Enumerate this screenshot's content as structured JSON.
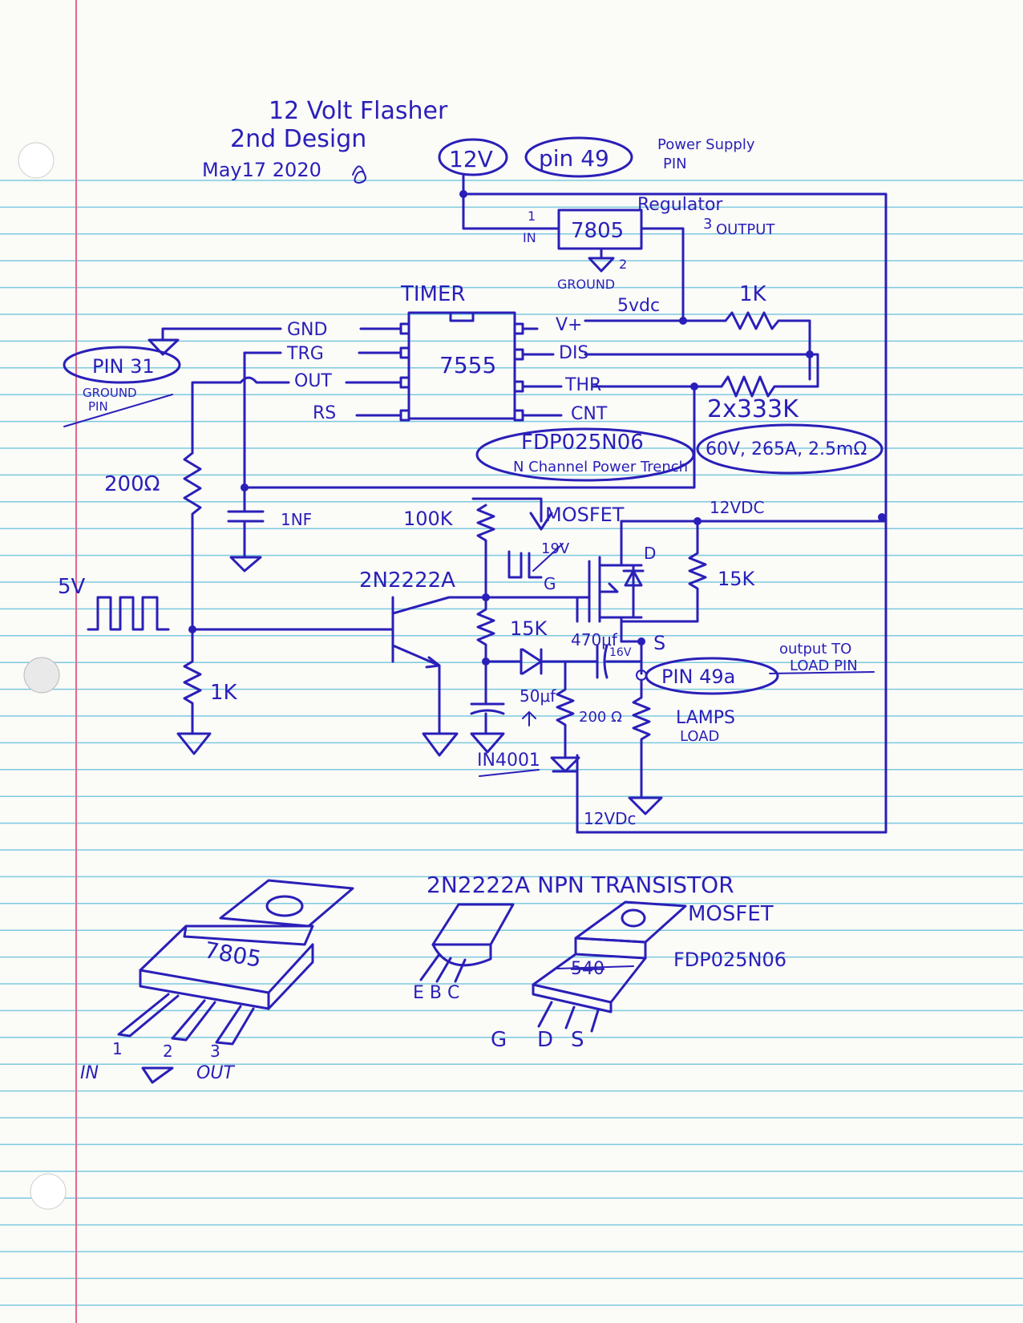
{
  "title": {
    "line1": "12 Volt Flasher",
    "line2": "2nd Design",
    "date": "May17 2020"
  },
  "supply": {
    "voltage_label": "12V",
    "pin_label": "pin 49",
    "pin_note_line1": "Power Supply",
    "pin_note_line2": "PIN"
  },
  "regulator": {
    "chip": "7805",
    "label": "Regulator",
    "in_pin_number": "1",
    "in_label": "IN",
    "ground_pin_number": "2",
    "ground_label": "GROUND",
    "out_pin_number": "3",
    "out_label": "OUTPUT",
    "output_voltage": "5vdc"
  },
  "timer": {
    "label": "TIMER",
    "chip": "7555",
    "pins_left": [
      "GND",
      "TRG",
      "OUT",
      "RS"
    ],
    "pins_right": [
      "V+",
      "DIS",
      "THR",
      "CNT"
    ]
  },
  "ground_pin": {
    "label": "PIN 31",
    "note_line1": "GROUND",
    "note_line2": "PIN"
  },
  "components": {
    "r_timing_1": "1K",
    "r_timing_2": "2x333K",
    "r_out": "200Ω",
    "c_trig": "1NF",
    "r_pot": "100K",
    "zener_voltage": "19V",
    "r_gate": "15K",
    "r_drain": "15K",
    "cap_boot": "470μf",
    "cap_boot_voltage": "16V",
    "cap_base": "50μf",
    "r_boot": "200 Ω",
    "diode": "IN4001",
    "r_bottom": "1K",
    "supply_top": "12VDC",
    "supply_bottom": "12VDc"
  },
  "mosfet": {
    "model": "FDP025N06",
    "type": "N Channel Power Trench",
    "specs": "60V, 265A, 2.5mΩ",
    "label": "MOSFET",
    "pin_d": "D",
    "pin_g": "G",
    "pin_s": "S"
  },
  "transistor": {
    "model": "2N2222A"
  },
  "signal": {
    "voltage": "5V"
  },
  "output": {
    "pin_label": "PIN 49a",
    "note_line1": "output TO",
    "note_line2": "LOAD PIN",
    "load_line1": "LAMPS",
    "load_line2": "LOAD"
  },
  "packages": {
    "heading": "2N2222A NPN TRANSISTOR",
    "reg_chip": "7805",
    "reg_pin_numbers": [
      "1",
      "2",
      "3"
    ],
    "reg_pin_in": "IN",
    "reg_pin_out": "OUT",
    "transistor_pins": "E B C",
    "mosfet_label": "MOSFET",
    "mosfet_strike": "540",
    "mosfet_model": "FDP025N06",
    "mosfet_pins": [
      "G",
      "D",
      "S"
    ]
  }
}
